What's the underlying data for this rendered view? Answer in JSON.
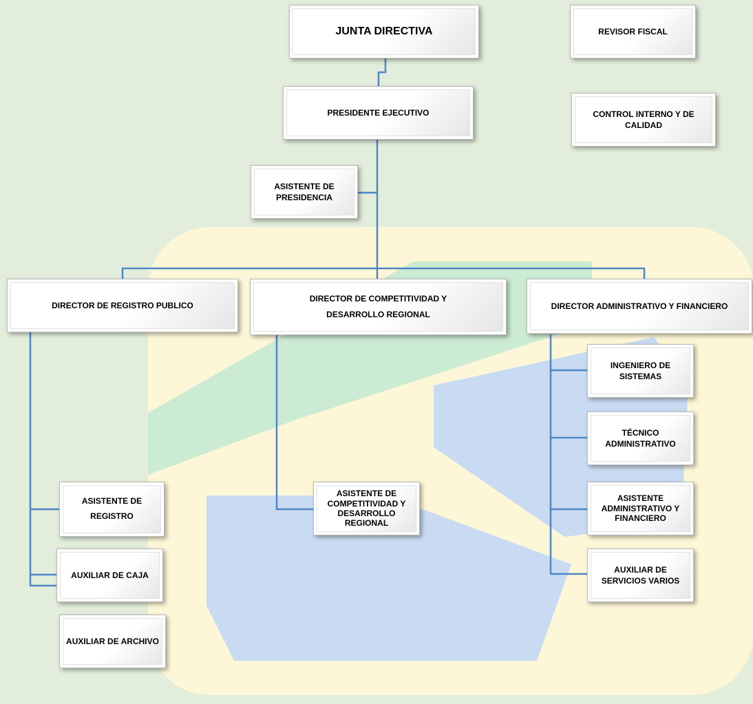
{
  "colors": {
    "background": "#e2eedb",
    "connector": "#4f86c6",
    "watermark_yellow": "#fdf7d7",
    "watermark_green": "#ccebd3",
    "watermark_blue": "#c9dbf2"
  },
  "boxes": {
    "junta_directiva": "JUNTA DIRECTIVA",
    "revisor_fiscal": "REVISOR FISCAL",
    "presidente_ejecutivo": "PRESIDENTE EJECUTIVO",
    "control_interno": "CONTROL INTERNO  Y DE CALIDAD",
    "asistente_presidencia": "ASISTENTE DE PRESIDENCIA",
    "director_registro": "DIRECTOR DE REGISTRO PUBLICO",
    "director_competitividad": "DIRECTOR  DE COMPETITIVIDAD  Y DESARROLLO REGIONAL",
    "director_administrativo": "DIRECTOR ADMINISTRATIVO Y FINANCIERO",
    "asistente_registro": "ASISTENTE DE REGISTRO",
    "auxiliar_caja": "AUXILIAR DE CAJA",
    "auxiliar_archivo": "AUXILIAR DE ARCHIVO",
    "asistente_competitividad": "ASISTENTE DE COMPETITIVIDAD  Y DESARROLLO REGIONAL",
    "ingeniero_sistemas": "INGENIERO DE SISTEMAS",
    "tecnico_administrativo": "TÉCNICO ADMINISTRATIVO",
    "asistente_administrativo": "ASISTENTE ADMINISTRATIVO Y FINANCIERO",
    "auxiliar_servicios": "AUXILIAR DE SERVICIOS VARIOS"
  }
}
